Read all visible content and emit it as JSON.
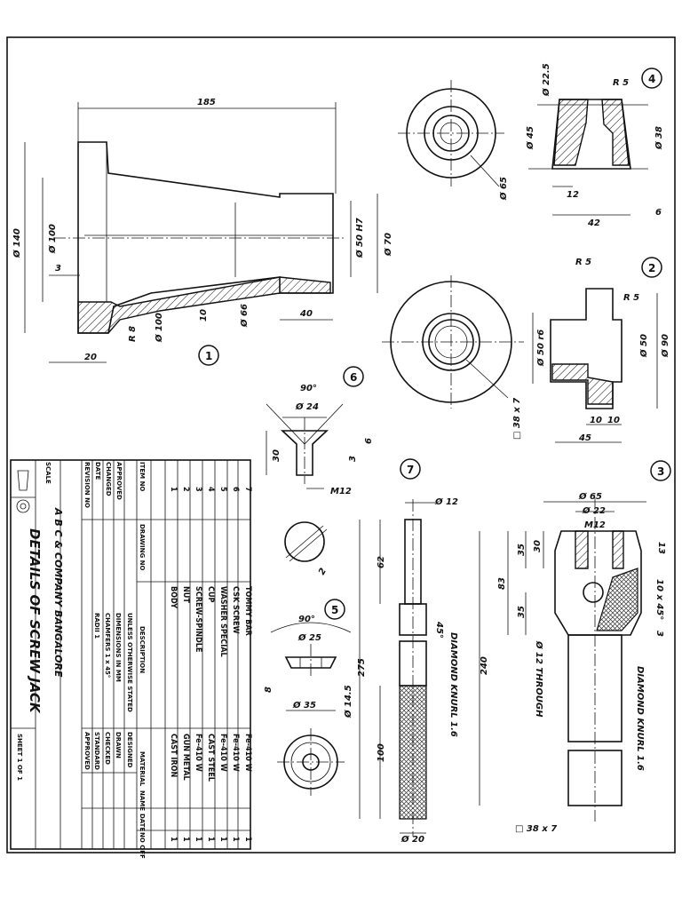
{
  "title_block": {
    "drawing_title": "DETAILS OF SCREW JACK",
    "company": "A B C & COMPANY BANGALORE",
    "sheet": "SHEET 1 OF 1",
    "scale_label": "SCALE",
    "headers": {
      "item_no": "ITEM NO",
      "drawing_no": "DRAWING NO",
      "description": "DESCRIPTION",
      "material": "MATERIAL",
      "no_off": "NO OFF"
    },
    "parts": [
      {
        "item": "7",
        "description": "TOMMY BAR",
        "material": "Fe-410 W",
        "qty": "1"
      },
      {
        "item": "6",
        "description": "CSK SCREW",
        "material": "Fe-410 W",
        "qty": "1"
      },
      {
        "item": "5",
        "description": "WASHER SPECIAL",
        "material": "Fe-410 W",
        "qty": "1"
      },
      {
        "item": "4",
        "description": "CUP",
        "material": "CAST STEEL",
        "qty": "1"
      },
      {
        "item": "3",
        "description": "SCREW-SPINDLE",
        "material": "Fe-410 W",
        "qty": "1"
      },
      {
        "item": "2",
        "description": "NUT",
        "material": "GUN METAL",
        "qty": "1"
      },
      {
        "item": "1",
        "description": "BODY",
        "material": "CAST IRON",
        "qty": "1"
      }
    ],
    "revision_labels": [
      "REVISION NO",
      "DATE",
      "CHANGED",
      "APPROVED"
    ],
    "notes": [
      "UNLESS OTHERWISE STATED",
      "DIMENSIONS IN MM",
      "CHAMFERS 1 x 45°",
      "RADII 1"
    ],
    "sign_labels": [
      "DESIGNED",
      "DRAWN",
      "CHECKED",
      "STANDARD",
      "APPROVED"
    ],
    "sign_headers": {
      "name": "NAME",
      "date": "DATE"
    }
  },
  "parts_callouts": [
    "1",
    "2",
    "3",
    "4",
    "5",
    "6",
    "7"
  ],
  "dimensions": {
    "body": [
      "185",
      "Ø 140",
      "Ø 100",
      "3",
      "Ø 50 H7",
      "Ø 70",
      "Ø 66",
      "10",
      "40",
      "Ø 100",
      "R 8",
      "20"
    ],
    "cup": [
      "R 5",
      "Ø 22.5",
      "Ø 45",
      "Ø 38",
      "12",
      "42",
      "6",
      "Ø 65"
    ],
    "nut": [
      "R 5",
      "R 5",
      "Ø 50 r6",
      "Ø 50",
      "Ø 90",
      "10",
      "10",
      "45",
      "□ 38 x 7"
    ],
    "csk_screw": [
      "90°",
      "Ø 24",
      "30",
      "3",
      "6",
      "M12",
      "2"
    ],
    "washer": [
      "90°",
      "Ø 25",
      "8",
      "Ø 35",
      "Ø 14.5"
    ],
    "tommy_bar": [
      "Ø 12",
      "62",
      "275",
      "100",
      "45°",
      "DIAMOND KNURL 1.6",
      "Ø 20"
    ],
    "spindle": [
      "Ø 65",
      "Ø 22",
      "M12",
      "30",
      "35",
      "83",
      "35",
      "240",
      "13",
      "10 x 45°",
      "3",
      "Ø 12 THROUGH",
      "DIAMOND KNURL 1.6",
      "□ 38 x 7"
    ]
  }
}
